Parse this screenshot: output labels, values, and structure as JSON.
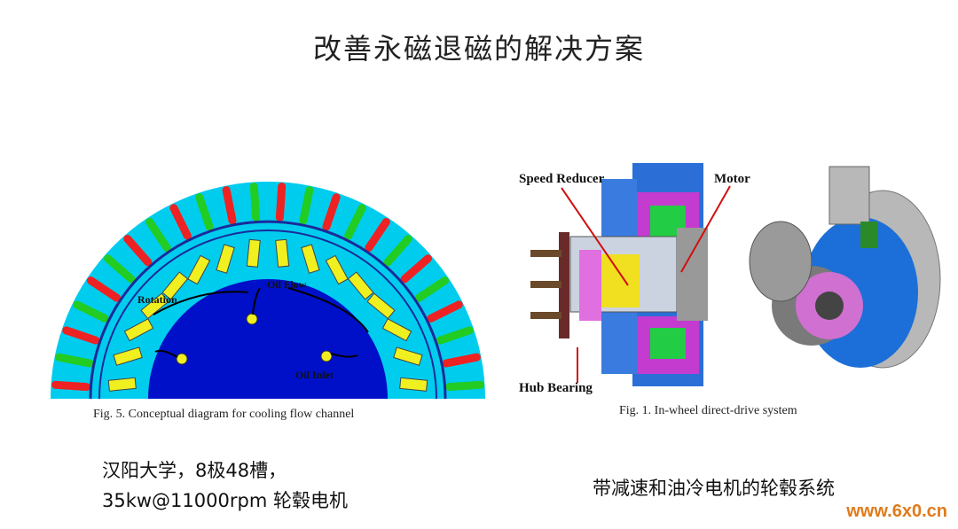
{
  "title": "改善永磁退磁的解决方案",
  "left_figure": {
    "labels": {
      "rotation": "Rotation",
      "oil_flow": "Oil Flow",
      "oil_inlet": "Oil Inlet"
    },
    "caption": "Fig. 5. Conceptual diagram for cooling flow channel"
  },
  "right_figure": {
    "labels": {
      "speed_reducer": "Speed Reducer",
      "motor": "Motor",
      "hub_bearing": "Hub Bearing"
    },
    "caption": "Fig. 1. In-wheel direct-drive system"
  },
  "notes": {
    "left_line1": "汉阳大学，8极48槽，",
    "left_line2": "35kw@11000rpm 轮毂电机",
    "right": "带减速和油冷电机的轮毂系统"
  },
  "watermark": "www.6x0.cn",
  "colors": {
    "stator": "#00ccee",
    "rotor": "#0010c8",
    "magnet": "#f0f020",
    "green_slot": "#22cc22",
    "red_slot": "#ee2222"
  }
}
